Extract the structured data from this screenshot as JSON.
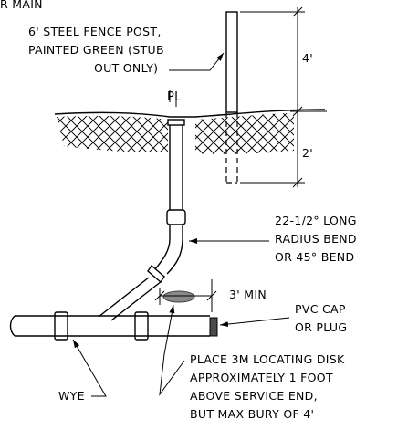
{
  "labels": {
    "top_partial": "R MAIN",
    "post_line1": "6' STEEL FENCE POST,",
    "post_line2": "PAINTED GREEN (STUB",
    "post_line3": "OUT ONLY)",
    "dim_4ft": "4'",
    "dim_2ft": "2'",
    "property_line": "PL",
    "bend_line1": "22-1/2° LONG",
    "bend_line2": "RADIUS BEND",
    "bend_line3": "OR 45° BEND",
    "dim_3ft": "3' MIN",
    "cap_line1": "PVC CAP",
    "cap_line2": "OR PLUG",
    "disk_line1": "PLACE 3M LOCATING DISK",
    "disk_line2": "APPROXIMATELY 1 FOOT",
    "disk_line3": "ABOVE SERVICE END,",
    "disk_line4": "BUT MAX BURY OF 4'",
    "wye": "WYE"
  }
}
